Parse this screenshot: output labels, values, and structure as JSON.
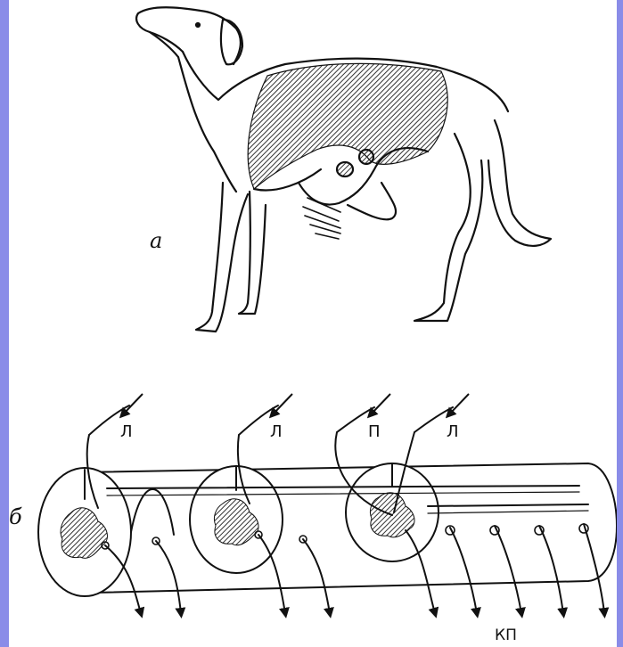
{
  "panel_a": {
    "label": "а"
  },
  "panel_b": {
    "label": "б",
    "receptor_labels": [
      "Л",
      "Л",
      "П",
      "Л"
    ],
    "output_label": "КП"
  },
  "colors": {
    "border": "#8a8ce8",
    "ink": "#111111",
    "hatch": "#555555"
  }
}
